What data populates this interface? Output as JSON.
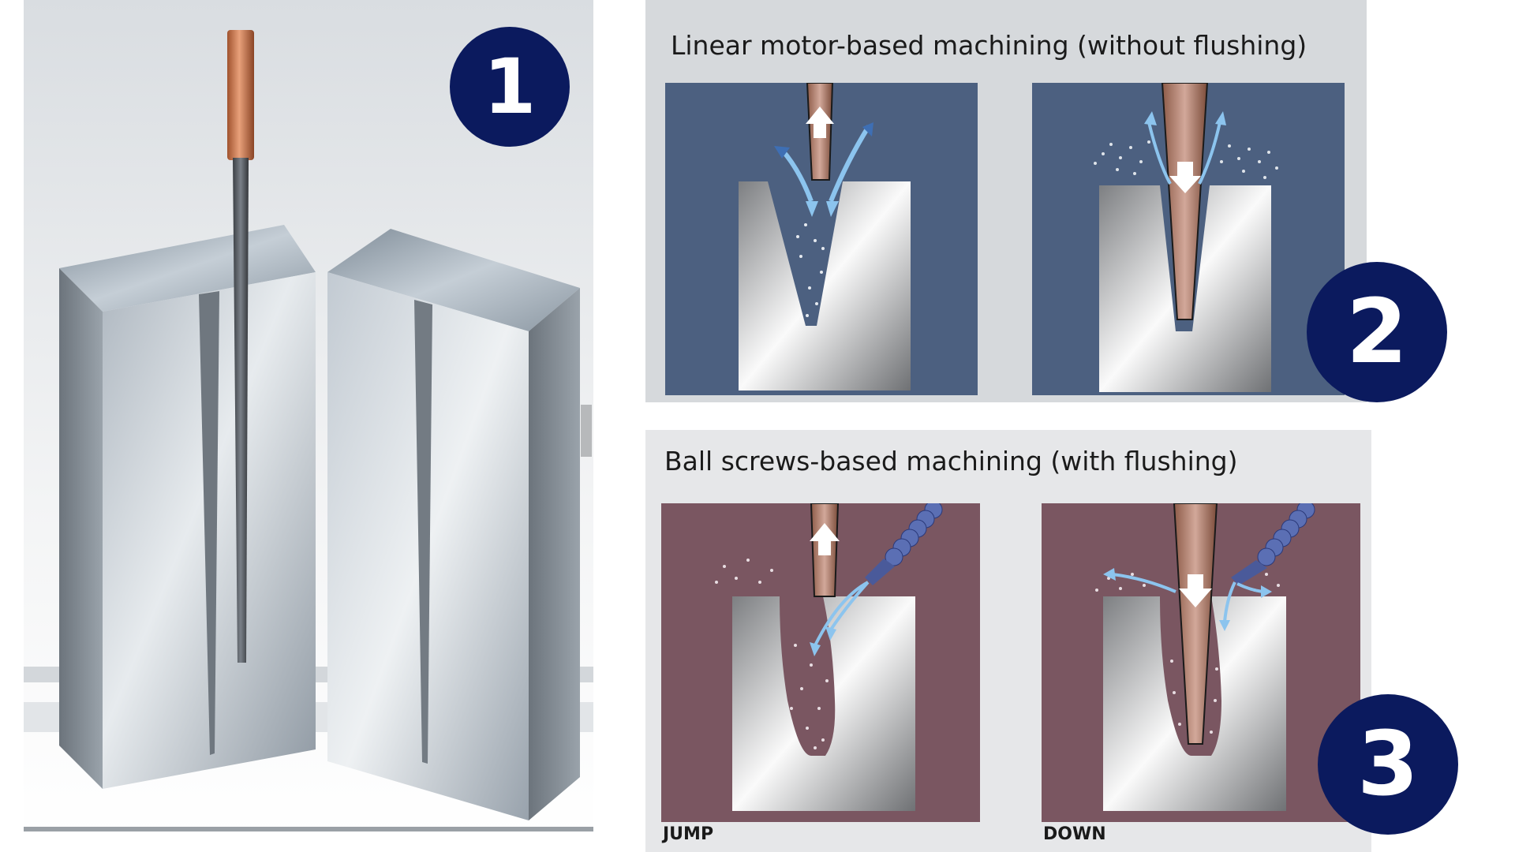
{
  "figure": {
    "badge1": "1",
    "badge2": "2",
    "badge3": "3"
  },
  "panel_linear": {
    "title": "Linear motor-based machining (without flushing)",
    "background_color": "#4c6080",
    "panel_color": "#d6d9dc"
  },
  "panel_ball": {
    "title": "Ball screws-based machining (with flushing)",
    "background_color": "#7a5661",
    "panel_color": "#e6e7e9",
    "caption_left": "JUMP",
    "caption_right": "DOWN"
  },
  "colors": {
    "badge": "#0b1a5e",
    "electrode_copper": "#b8735a",
    "flow_arrow": "#8cc4ee"
  }
}
